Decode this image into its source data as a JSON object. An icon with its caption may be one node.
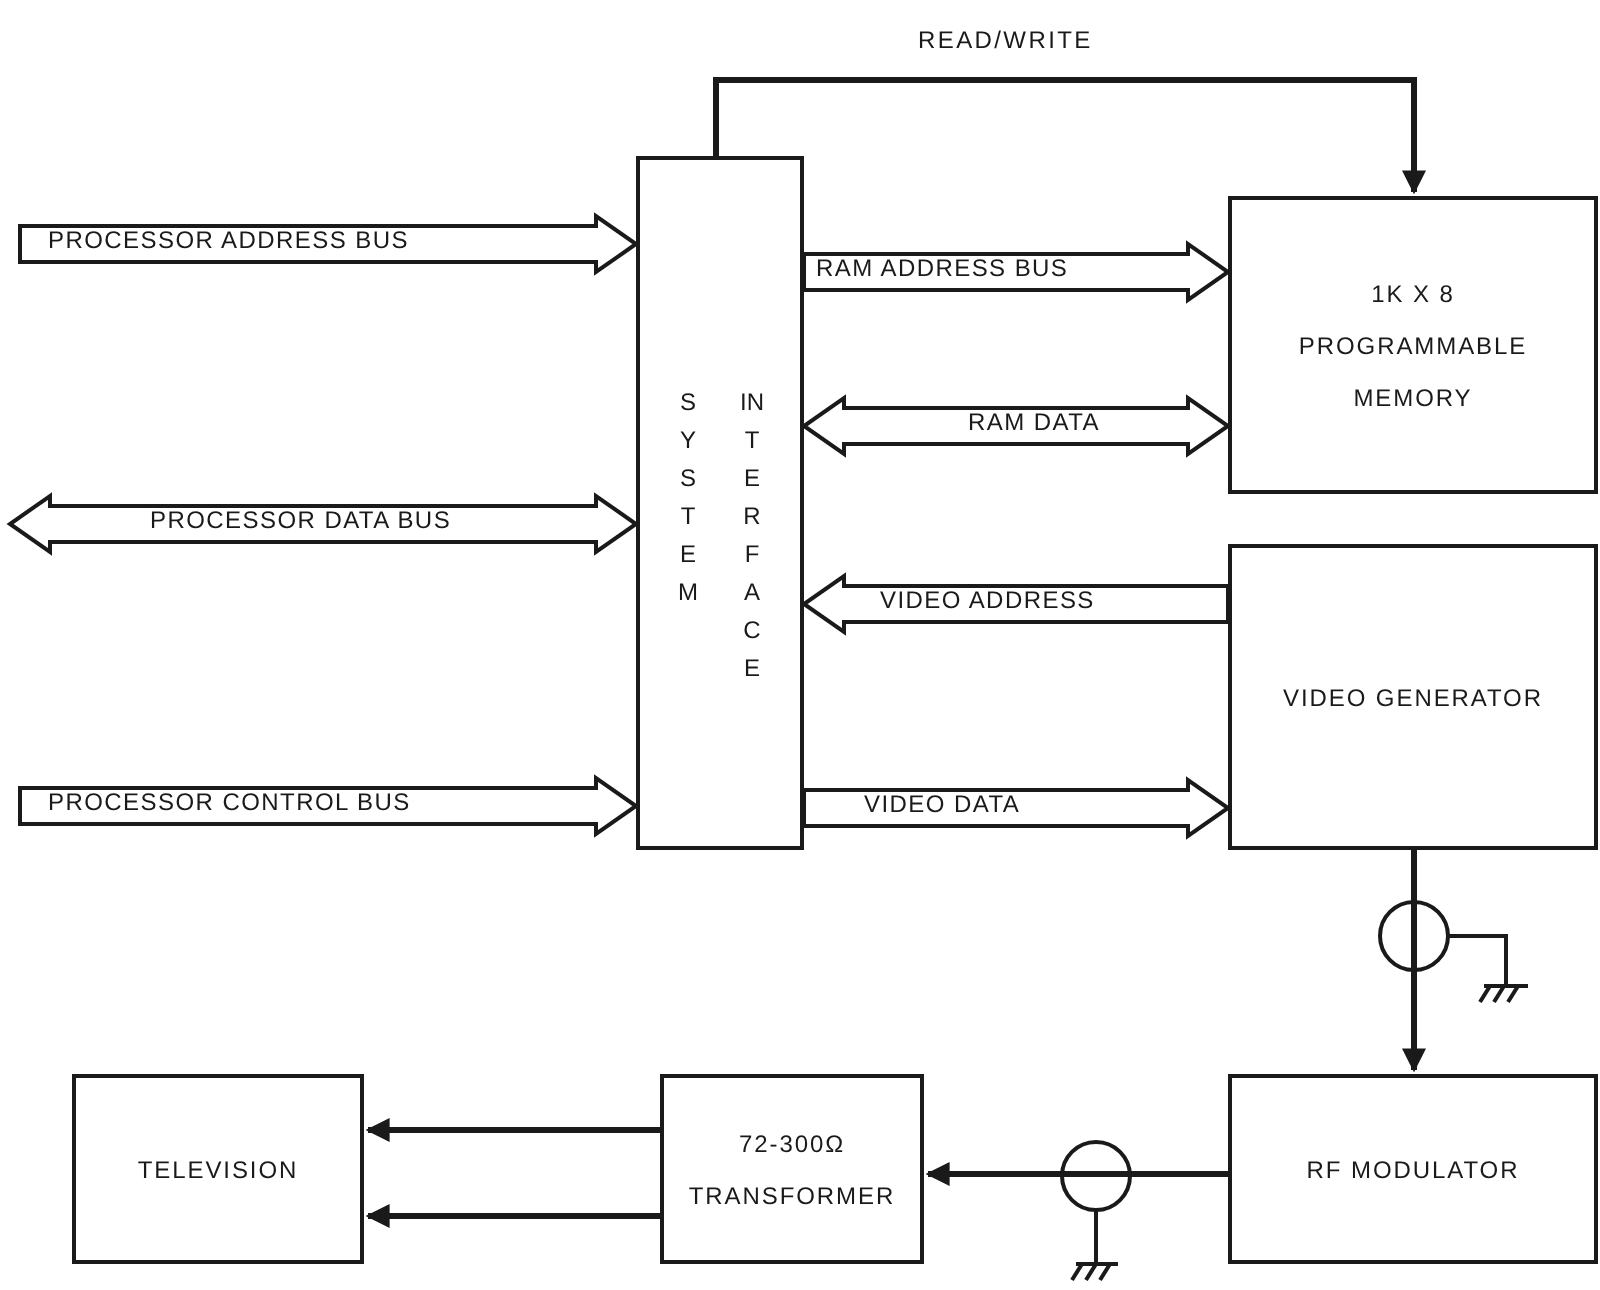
{
  "diagram": {
    "nodes": [
      {
        "text": [
          "SYSTEM",
          "INTERFACE"
        ]
      },
      {
        "text": [
          "1K X 8 PROGRAMMABLE MEMORY"
        ]
      },
      {
        "text": [
          "VIDEO GENERATOR"
        ]
      },
      {
        "text": [
          "RF MODULATOR"
        ]
      },
      {
        "text": [
          "72-300Ω TRANSFORMER"
        ]
      },
      {
        "text": [
          "TELEVISION"
        ]
      }
    ],
    "edges": [
      {
        "from": null,
        "to": 0,
        "arrow": "to",
        "label": "PROCESSOR ADDRESS BUS",
        "style": "thick"
      },
      {
        "from": 0,
        "to": null,
        "arrow": "both",
        "label": "PROCESSOR DATA BUS",
        "style": "thick"
      },
      {
        "from": null,
        "to": 0,
        "arrow": "to",
        "label": "PROCESSOR CONTROL BUS",
        "style": "thick"
      },
      {
        "from": 0,
        "to": 1,
        "arrow": "to",
        "label": "RAM ADDRESS BUS",
        "style": "thick"
      },
      {
        "from": 0,
        "to": 1,
        "arrow": "both",
        "label": "RAM DATA",
        "style": "thick"
      },
      {
        "from": 2,
        "to": 0,
        "arrow": "to",
        "label": "VIDEO ADDRESS",
        "style": "thick"
      },
      {
        "from": 0,
        "to": 2,
        "arrow": "to",
        "label": "VIDEO DATA",
        "style": "thick"
      },
      {
        "from": 0,
        "to": 1,
        "arrow": "to",
        "label": "READ/WRITE"
      },
      {
        "from": 2,
        "to": 3,
        "arrow": "to"
      },
      {
        "from": 3,
        "to": 4,
        "arrow": "to"
      },
      {
        "from": 4,
        "to": 5,
        "arrow": "to"
      },
      {
        "from": 4,
        "to": 5,
        "arrow": "to"
      }
    ]
  }
}
